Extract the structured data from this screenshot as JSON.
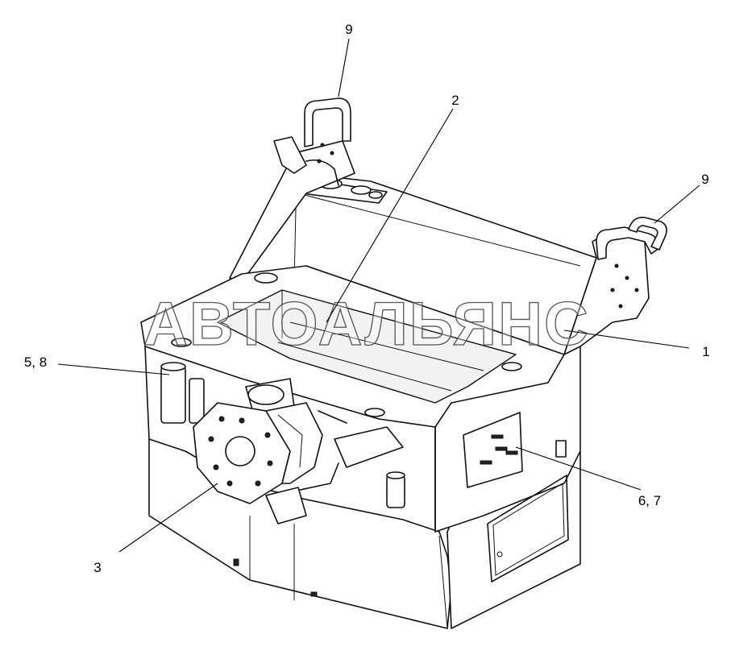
{
  "watermark": "АВТОАЛЬЯНС",
  "callouts": [
    {
      "id": "c1",
      "text": "1"
    },
    {
      "id": "c2",
      "text": "2"
    },
    {
      "id": "c3",
      "text": "3"
    },
    {
      "id": "c58",
      "text": "5, 8"
    },
    {
      "id": "c67",
      "text": "6, 7"
    },
    {
      "id": "c9a",
      "text": "9"
    },
    {
      "id": "c9b",
      "text": "9"
    }
  ]
}
